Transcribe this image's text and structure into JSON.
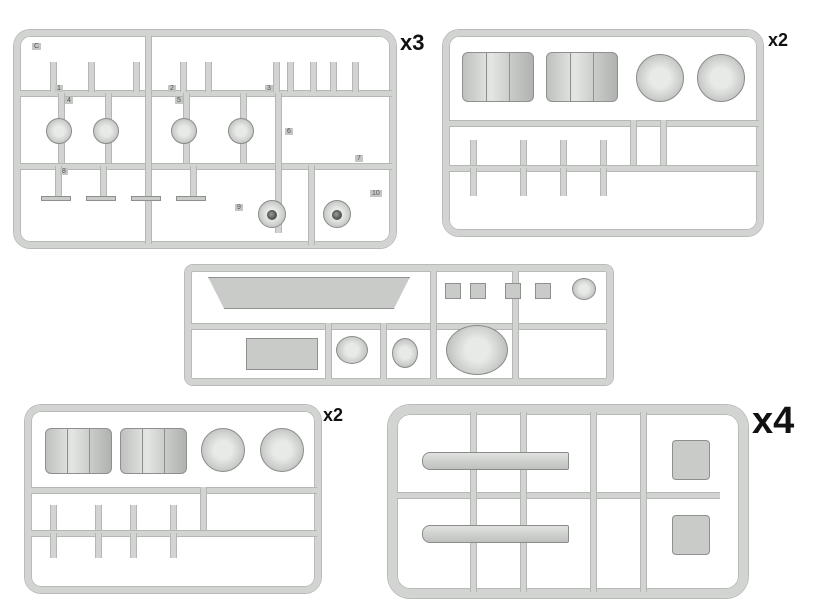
{
  "sprues": [
    {
      "id": "sprue-c",
      "letter": "C",
      "quantity": "x3",
      "part_numbers": [
        "1",
        "2",
        "3",
        "4",
        "5",
        "6",
        "7",
        "8",
        "9",
        "10"
      ]
    },
    {
      "id": "sprue-drums-top",
      "quantity": "x2"
    },
    {
      "id": "sprue-center"
    },
    {
      "id": "sprue-drums-bottom",
      "quantity": "x2"
    },
    {
      "id": "sprue-shells",
      "quantity": "x4"
    }
  ],
  "colors": {
    "plastic": "#d2d4d2",
    "outline": "#b5b7b5",
    "text": "#111111"
  }
}
